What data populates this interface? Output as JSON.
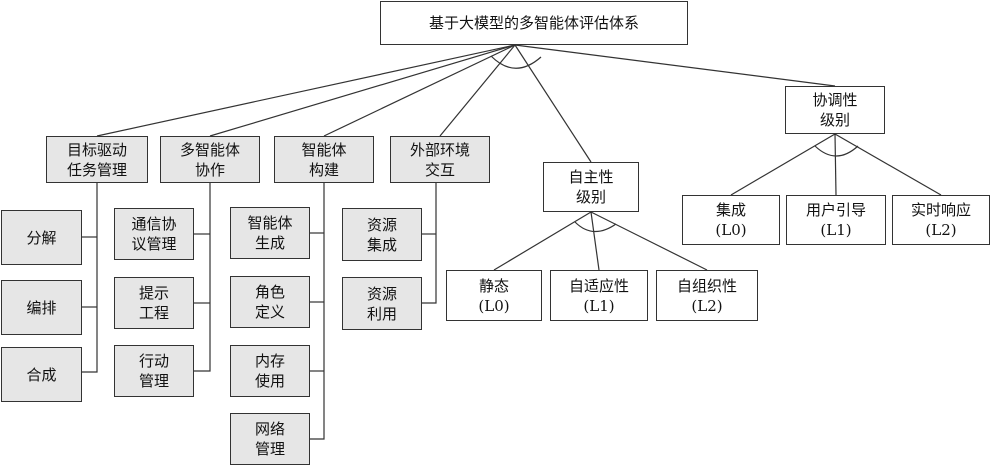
{
  "root": "基于大模型的多智能体评估体系",
  "categories": [
    {
      "id": "goal",
      "label": "目标驱动\n任务管理",
      "children": [
        "分解",
        "编排",
        "合成"
      ]
    },
    {
      "id": "collab",
      "label": "多智能体\n协作",
      "children": [
        "通信协\n议管理",
        "提示\n工程",
        "行动\n管理"
      ]
    },
    {
      "id": "build",
      "label": "智能体\n构建",
      "children": [
        "智能体\n生成",
        "角色\n定义",
        "内存\n使用",
        "网络\n管理"
      ]
    },
    {
      "id": "env",
      "label": "外部环境\n交互",
      "children": [
        "资源\n集成",
        "资源\n利用"
      ]
    }
  ],
  "autonomy": {
    "label": "自主性\n级别",
    "levels": [
      "静态\n(L0)",
      "自适应性\n(L1)",
      "自组织性\n(L2)"
    ]
  },
  "coordination": {
    "label": "协调性\n级别",
    "levels": [
      "集成\n(L0)",
      "用户引导\n(L1)",
      "实时响应\n(L2)"
    ]
  },
  "colors": {
    "category_fill": "#e6e6e6",
    "box_fill": "#ffffff",
    "line": "#333333"
  }
}
